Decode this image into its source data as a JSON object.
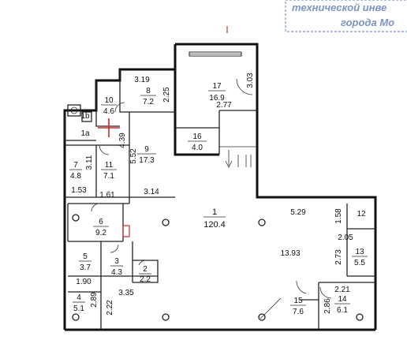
{
  "stamp": {
    "line1": "технической инве",
    "line2": "города Мо"
  },
  "rooms": [
    {
      "num": "1",
      "area": "120.4"
    },
    {
      "num": "2",
      "area": "2.2"
    },
    {
      "num": "3",
      "area": "4.3"
    },
    {
      "num": "4",
      "area": "5.1"
    },
    {
      "num": "5",
      "area": "3.7"
    },
    {
      "num": "6",
      "area": "9.2"
    },
    {
      "num": "7",
      "area": "4.8"
    },
    {
      "num": "8",
      "area": "7.2"
    },
    {
      "num": "9",
      "area": "17.3"
    },
    {
      "num": "10",
      "area": "4.6"
    },
    {
      "num": "11",
      "area": "7.1"
    },
    {
      "num": "12",
      "area": ""
    },
    {
      "num": "13",
      "area": "5.5"
    },
    {
      "num": "14",
      "area": "6.1"
    },
    {
      "num": "15",
      "area": "7.6"
    },
    {
      "num": "16",
      "area": "4.0"
    },
    {
      "num": "17",
      "area": "16.9"
    }
  ],
  "dimensions": [
    "3.19",
    "2.25",
    "3.03",
    "2.77",
    "5.52",
    "4.39",
    "3.11",
    "1.53",
    "1.61",
    "3.14",
    "5.29",
    "1.58",
    "2.05",
    "13.93",
    "2.73",
    "2.21",
    "2.86",
    "1.90",
    "2.89",
    "3.35",
    "2.22"
  ],
  "small_labels": [
    "1b",
    "1a"
  ],
  "colors": {
    "wall": "#111111",
    "accent_red": "#d62828",
    "stamp": "#7c93c9"
  }
}
